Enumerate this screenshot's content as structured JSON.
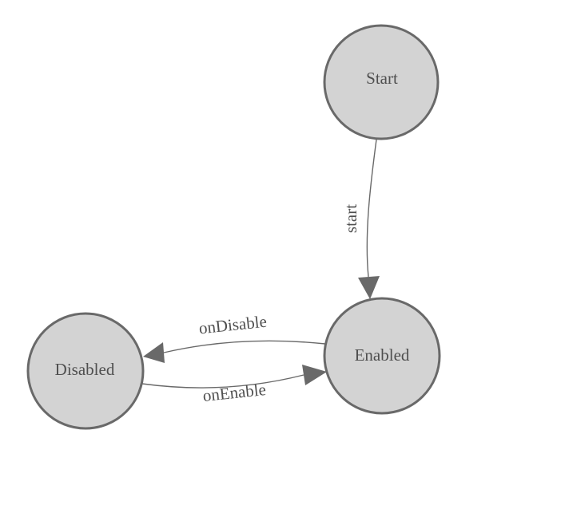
{
  "colors": {
    "background": "#ffffff",
    "node_fill": "#d3d3d3",
    "node_stroke": "#696969",
    "edge_color": "#696969",
    "text_color": "#4f4f4f"
  },
  "nodes": [
    {
      "id": "start",
      "label": "Start"
    },
    {
      "id": "enabled",
      "label": "Enabled"
    },
    {
      "id": "disabled",
      "label": "Disabled"
    }
  ],
  "edges": [
    {
      "from": "Start",
      "to": "Enabled",
      "label": "start"
    },
    {
      "from": "Enabled",
      "to": "Disabled",
      "label": "onDisable"
    },
    {
      "from": "Disabled",
      "to": "Enabled",
      "label": "onEnable"
    }
  ]
}
